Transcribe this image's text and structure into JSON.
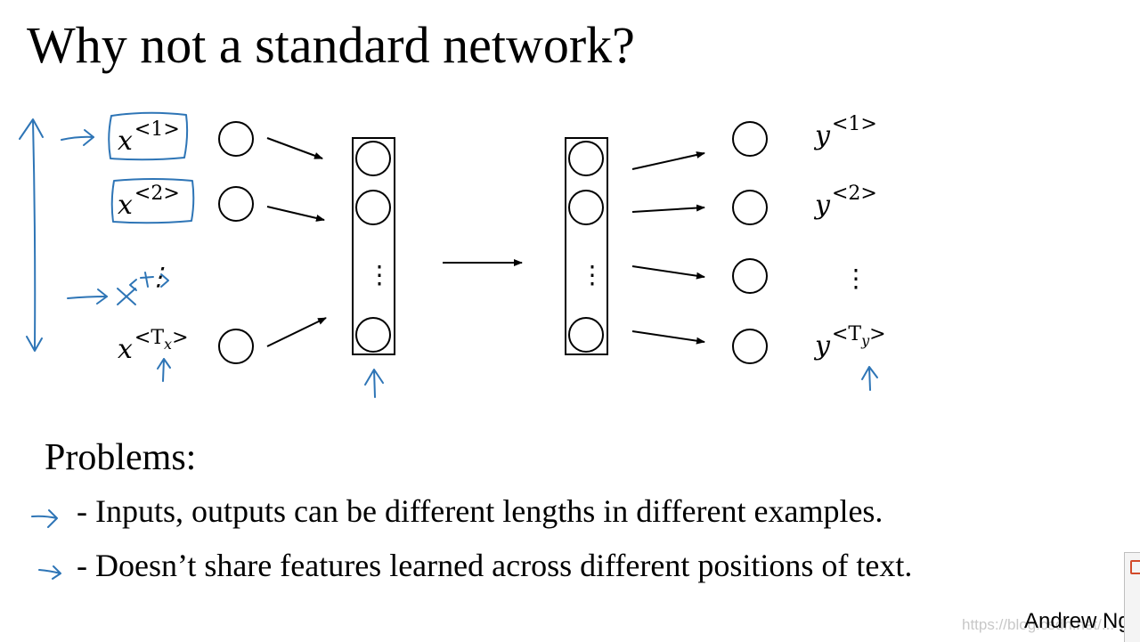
{
  "slide": {
    "title": "Why not a standard network?",
    "author": "Andrew Ng",
    "watermark": "https://blog.csdn.net/..."
  },
  "diagram": {
    "inputs": [
      {
        "base": "x",
        "sup": "<1>"
      },
      {
        "base": "x",
        "sup": "<2>"
      },
      {
        "base": "x",
        "sup": "<Tx>",
        "sup_main": "<T",
        "sup_sub": "x",
        "sup_end": ">"
      }
    ],
    "outputs": [
      {
        "base": "y",
        "sup": "<1>"
      },
      {
        "base": "y",
        "sup": "<2>"
      },
      {
        "base": "y",
        "sup": "<Ty>",
        "sup_main": "<T",
        "sup_sub": "y",
        "sup_end": ">"
      }
    ],
    "ellipsis": "⋮",
    "handwritten_annotation": {
      "base": "x",
      "sup": "<t>"
    },
    "colors": {
      "ink": "#000000",
      "annotation": "#2e75b6"
    }
  },
  "problems": {
    "heading": "Problems:",
    "items": [
      "- Inputs, outputs can be different lengths in different examples.",
      "- Doesn’t share features learned across different positions of text."
    ]
  }
}
